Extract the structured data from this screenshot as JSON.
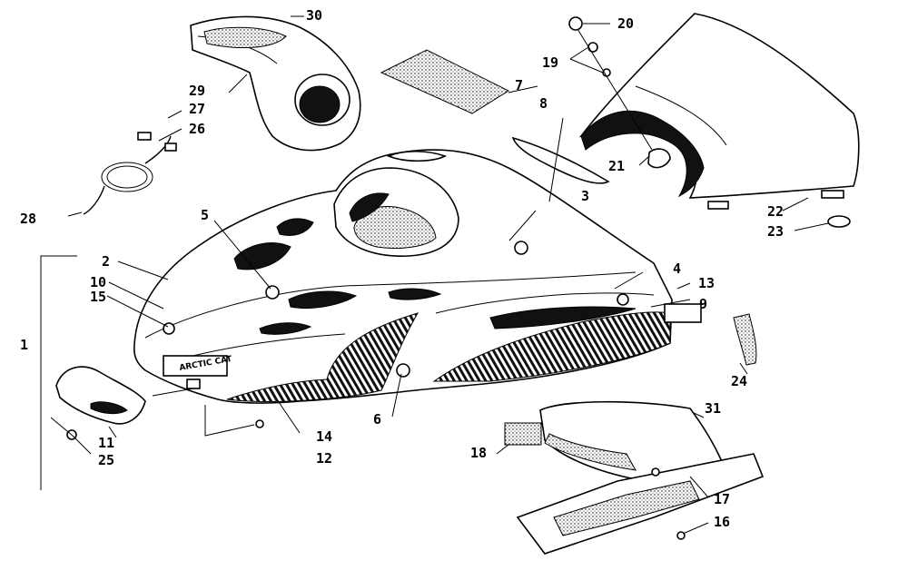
{
  "diagram": {
    "brand_decal_text": "ARCTIC CAT",
    "callouts": [
      {
        "id": "c1",
        "text": "1"
      },
      {
        "id": "c2",
        "text": "2"
      },
      {
        "id": "c3",
        "text": "3"
      },
      {
        "id": "c4",
        "text": "4"
      },
      {
        "id": "c5",
        "text": "5"
      },
      {
        "id": "c6",
        "text": "6"
      },
      {
        "id": "c7",
        "text": "7"
      },
      {
        "id": "c8",
        "text": "8"
      },
      {
        "id": "c9",
        "text": "9"
      },
      {
        "id": "c10",
        "text": "10"
      },
      {
        "id": "c11",
        "text": "11"
      },
      {
        "id": "c12",
        "text": "12"
      },
      {
        "id": "c13",
        "text": "13"
      },
      {
        "id": "c14",
        "text": "14"
      },
      {
        "id": "c15",
        "text": "15"
      },
      {
        "id": "c16",
        "text": "16"
      },
      {
        "id": "c17",
        "text": "17"
      },
      {
        "id": "c18",
        "text": "18"
      },
      {
        "id": "c19",
        "text": "19"
      },
      {
        "id": "c20",
        "text": "20"
      },
      {
        "id": "c21",
        "text": "21"
      },
      {
        "id": "c22",
        "text": "22"
      },
      {
        "id": "c23",
        "text": "23"
      },
      {
        "id": "c24",
        "text": "24"
      },
      {
        "id": "c25",
        "text": "25"
      },
      {
        "id": "c26",
        "text": "26"
      },
      {
        "id": "c27",
        "text": "27"
      },
      {
        "id": "c28",
        "text": "28"
      },
      {
        "id": "c29",
        "text": "29"
      },
      {
        "id": "c30",
        "text": "30"
      },
      {
        "id": "c31",
        "text": "31"
      }
    ]
  }
}
